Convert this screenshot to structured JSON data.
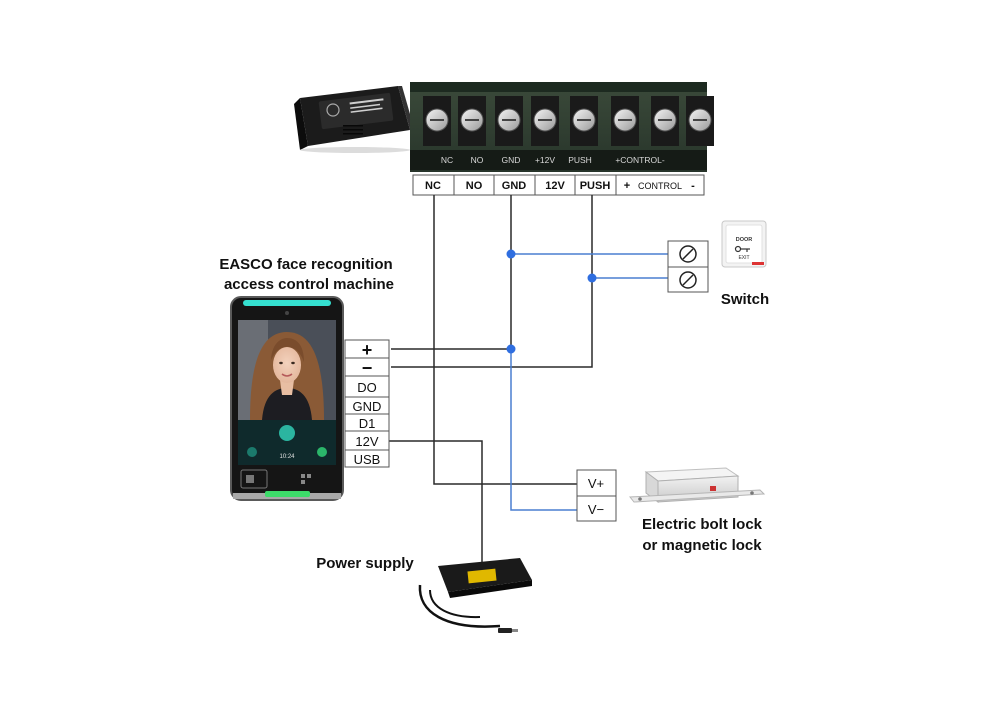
{
  "controller": {
    "label_strip": [
      "NC",
      "NO",
      "GND",
      "+12V",
      "PUSH",
      "+CONTROL-"
    ],
    "terminals": [
      "NC",
      "NO",
      "GND",
      "12V",
      "PUSH",
      "+",
      "CONTROL",
      "-"
    ]
  },
  "device": {
    "title_line1": "EASCO face recognition",
    "title_line2": "access control machine",
    "clock": "10:24",
    "terminals": [
      "+",
      "−",
      "DO",
      "GND",
      "D1",
      "12V",
      "USB"
    ]
  },
  "switch": {
    "label": "Switch",
    "button_text": "DOOR",
    "button_text2": "EXIT"
  },
  "lock": {
    "terminals": [
      "V+",
      "V−"
    ],
    "label_line1": "Electric bolt lock",
    "label_line2": "or magnetic lock"
  },
  "power_supply": {
    "label": "Power supply"
  },
  "colors": {
    "wire_black": "#2a2a2a",
    "wire_blue": "#4a7fd0",
    "junction": "#2f6ee0",
    "led_top": "#35e0d0",
    "led_bottom": "#3ddc6a"
  }
}
